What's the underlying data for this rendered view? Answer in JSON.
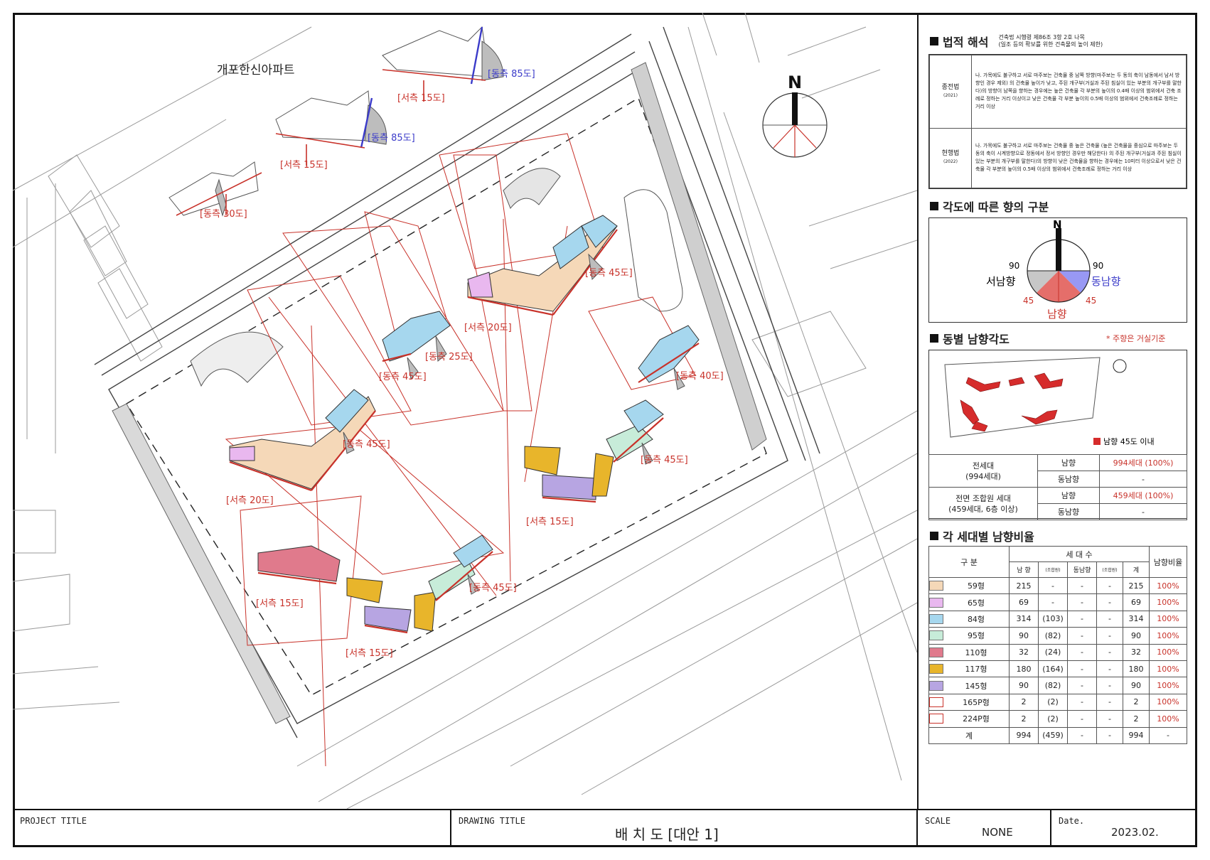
{
  "map": {
    "labels": {
      "apartment_name": "개포한신아파트",
      "east85_a": "[동측 85도]",
      "west15_a": "[서측 15도]",
      "east85_b": "[동측 85도]",
      "west15_b": "[서측 15도]",
      "east30": "[동측 30도]",
      "east45_a": "[동측 45도]",
      "west20_a": "[서측 20도]",
      "east25": "[동측 25도]",
      "east45_b": "[동측 45도]",
      "east40": "[동측 40도]",
      "east45_c": "[동측 45도]",
      "east45_d": "[동측 45도]",
      "west20_b": "[서측 20도]",
      "west15_c": "[서측 15도]",
      "west15_d": "[서측 15도]",
      "east45_e": "[동측 45도]",
      "west15_e": "[서측 15도]"
    },
    "north_label": "N",
    "colors": {
      "59": "#f5d8b8",
      "65": "#e9b8ef",
      "84": "#a6d7ee",
      "95": "#c7ecd9",
      "110": "#e07a8c",
      "117": "#e8b52b",
      "145": "#b7a5e2",
      "line_red": "#c8322a",
      "line_blue": "#3b3bc9"
    }
  },
  "legal": {
    "title": "법적 해석",
    "subtitle_1": "건축법 시행령 제86조 3항 2호 나목",
    "subtitle_2": "(일조 등의 확보를 위한 건축물의 높이 제한)",
    "rows": [
      {
        "name": "종전법",
        "year": "(2021)",
        "text": "나. 가목에도 불구하고 서로 마주보는 건축물 중 남쪽 방향(마주보는 두 동의 축이 남동에서 남서 방향인 경우 제외) 의 건축물 높이가 낮고, 주된 개구부(거실과 주된 침실이 있는 부분의 개구부를 말한다)의 방향이 남쪽을 향하는 경우에는 높은 건축물 각 부분의 높이의 0.4배 이상의 범위에서 건축 조례로 정하는 거리 이상이고 낮은 건축물 각 부분 높이의 0.5배 이상의 범위에서 건축조례로 정하는 거리 이상"
      },
      {
        "name": "현행법",
        "year": "(2022)",
        "text": "나. 가목에도 불구하고 서로 마주보는 건축물 중 높은 건축물 (높은 건축물을 중심으로 마주보는 두 동의 축이 시계방향으로 정동에서 정서 방향인 경우만 해당한다) 의 주된 개구부(거실과 주된 침실이 있는 부분의 개구부를 말한다)의 방향이 낮은 건축물을 향하는 경우에는 10미터 이상으로서 낮은 건축물 각 부분의 높이의 0.5배 이상의 범위에서 건축조례로 정하는 거리 이상"
      }
    ]
  },
  "orientation": {
    "title": "각도에 따른 향의 구분",
    "north": "N",
    "left_deg": "90",
    "right_deg": "90",
    "sw_label": "서남향",
    "se_label": "동남향",
    "left45": "45",
    "right45": "45",
    "south_label": "남향"
  },
  "building_angles": {
    "title": "동별 남향각도",
    "note": "* 주향은 거실기준",
    "legend": "남향 45도 이내",
    "rows": [
      {
        "group": "전세대",
        "group_sub": "(994세대)",
        "sub1": "남향",
        "val1": "994세대 (100%)",
        "sub2": "동남향",
        "val2": "-"
      },
      {
        "group": "전면 조합원 세대",
        "group_sub": "(459세대, 6층 이상)",
        "sub1": "남향",
        "val1": "459세대 (100%)",
        "sub2": "동남향",
        "val2": "-"
      }
    ]
  },
  "ratio": {
    "title": "각 세대별 남향비율",
    "header_gubun": "구  분",
    "header_units": "세  대  수",
    "header_ratio": "남향비율",
    "header_south": "남 향",
    "header_south_sub": "(조합원)",
    "header_se": "동남향",
    "header_se_sub": "(조합원)",
    "header_total": "계",
    "rows": [
      {
        "type": "59형",
        "color": "#f5d8b8",
        "south": "215",
        "south_m": "-",
        "se": "-",
        "se_m": "-",
        "total": "215",
        "ratio": "100%"
      },
      {
        "type": "65형",
        "color": "#e9b8ef",
        "south": "69",
        "south_m": "-",
        "se": "-",
        "se_m": "-",
        "total": "69",
        "ratio": "100%"
      },
      {
        "type": "84형",
        "color": "#a6d7ee",
        "south": "314",
        "south_m": "(103)",
        "se": "-",
        "se_m": "-",
        "total": "314",
        "ratio": "100%"
      },
      {
        "type": "95형",
        "color": "#c7ecd9",
        "south": "90",
        "south_m": "(82)",
        "se": "-",
        "se_m": "-",
        "total": "90",
        "ratio": "100%"
      },
      {
        "type": "110형",
        "color": "#e07a8c",
        "south": "32",
        "south_m": "(24)",
        "se": "-",
        "se_m": "-",
        "total": "32",
        "ratio": "100%"
      },
      {
        "type": "117형",
        "color": "#e8b52b",
        "south": "180",
        "south_m": "(164)",
        "se": "-",
        "se_m": "-",
        "total": "180",
        "ratio": "100%"
      },
      {
        "type": "145형",
        "color": "#b7a5e2",
        "south": "90",
        "south_m": "(82)",
        "se": "-",
        "se_m": "-",
        "total": "90",
        "ratio": "100%"
      },
      {
        "type": "165P형",
        "color": "#ffffff",
        "south": "2",
        "south_m": "(2)",
        "se": "-",
        "se_m": "-",
        "total": "2",
        "ratio": "100%"
      },
      {
        "type": "224P형",
        "color": "#ffffff",
        "south": "2",
        "south_m": "(2)",
        "se": "-",
        "se_m": "-",
        "total": "2",
        "ratio": "100%"
      }
    ],
    "total_row": {
      "type": "계",
      "south": "994",
      "south_m": "(459)",
      "se": "-",
      "se_m": "-",
      "total": "994",
      "ratio": "-"
    }
  },
  "titleblock": {
    "project_title_label": "PROJECT TITLE",
    "drawing_title_label": "DRAWING TITLE",
    "drawing_title": "배 치 도 [대안 1]",
    "scale_label": "SCALE",
    "scale_value": "NONE",
    "date_label": "Date.",
    "date_value": "2023.02."
  }
}
